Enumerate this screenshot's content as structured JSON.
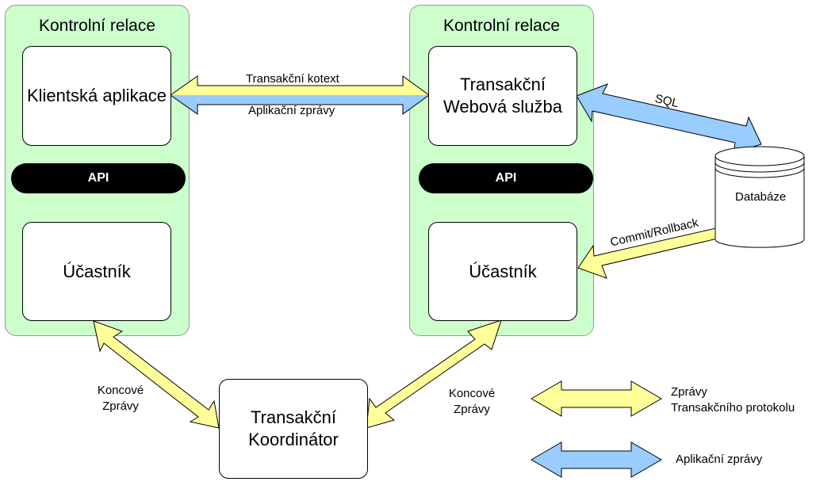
{
  "left_session": {
    "title": "Kontrolní relace",
    "app_box": "Klientská aplikace",
    "api": "API",
    "participant": "Účastník"
  },
  "right_session": {
    "title": "Kontrolní relace",
    "service_box_line1": "Transakční",
    "service_box_line2": "Webová služba",
    "api": "API",
    "participant": "Účastník"
  },
  "coordinator": {
    "line1": "Transakční",
    "line2": "Koordinátor"
  },
  "database": {
    "label": "Databáze"
  },
  "arrow_labels": {
    "transaction_context": "Transakční kotext",
    "app_messages": "Aplikační zprávy",
    "sql": "SQL",
    "commit_rollback": "Commit/Rollback",
    "left_end_line1": "Koncové",
    "left_end_line2": "Zprávy",
    "right_end_line1": "Koncové",
    "right_end_line2": "Zprávy"
  },
  "legend": {
    "protocol_line1": "Zprávy",
    "protocol_line2": "Transakčního protokolu",
    "app_messages": "Aplikační zprávy"
  },
  "colors": {
    "session_bg": "#ccffcc",
    "protocol_arrow": "#ffff99",
    "app_arrow": "#99ccff"
  }
}
